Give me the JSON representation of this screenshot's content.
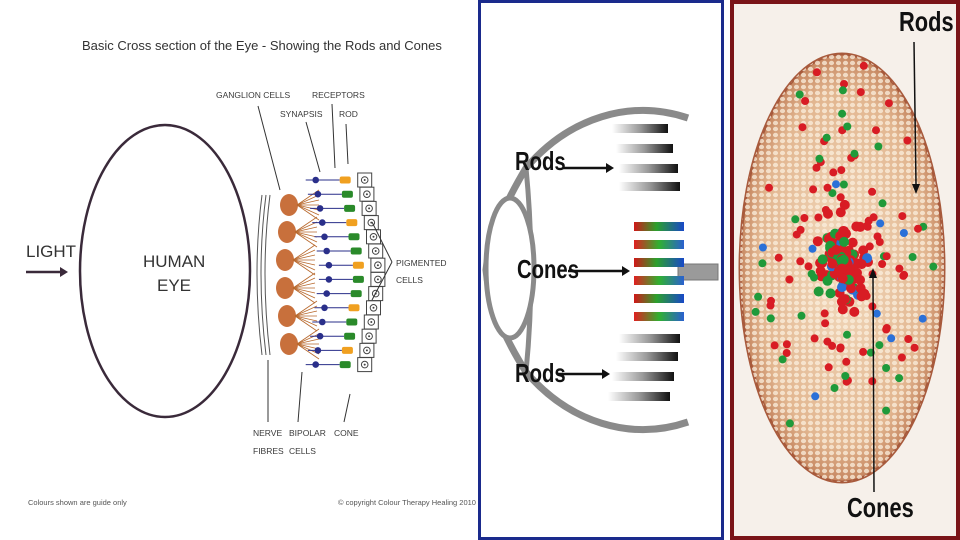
{
  "panel1": {
    "title": "Basic Cross section of the Eye - Showing the Rods and Cones",
    "light": "LIGHT",
    "eye_line1": "HUMAN",
    "eye_line2": "EYE",
    "ganglion": "GANGLION CELLS",
    "receptors": "RECEPTORS",
    "synapsis": "SYNAPSIS",
    "rod": "ROD",
    "pigmented1": "PIGMENTED",
    "pigmented2": "CELLS",
    "nerve1": "NERVE",
    "nerve2": "FIBRES",
    "bipolar1": "BIPOLAR",
    "bipolar2": "CELLS",
    "cone": "CONE",
    "footnote_left": "Colours shown are guide only",
    "footnote_right": "© copyright Colour Therapy Healing 2010"
  },
  "panel2": {
    "label_rods_top": "Rods",
    "label_cones": "Cones",
    "label_rods_bottom": "Rods",
    "border_color": "#1a2a8c"
  },
  "panel3": {
    "label_rods": "Rods",
    "label_cones": "Cones",
    "border_color": "#7a1418"
  }
}
